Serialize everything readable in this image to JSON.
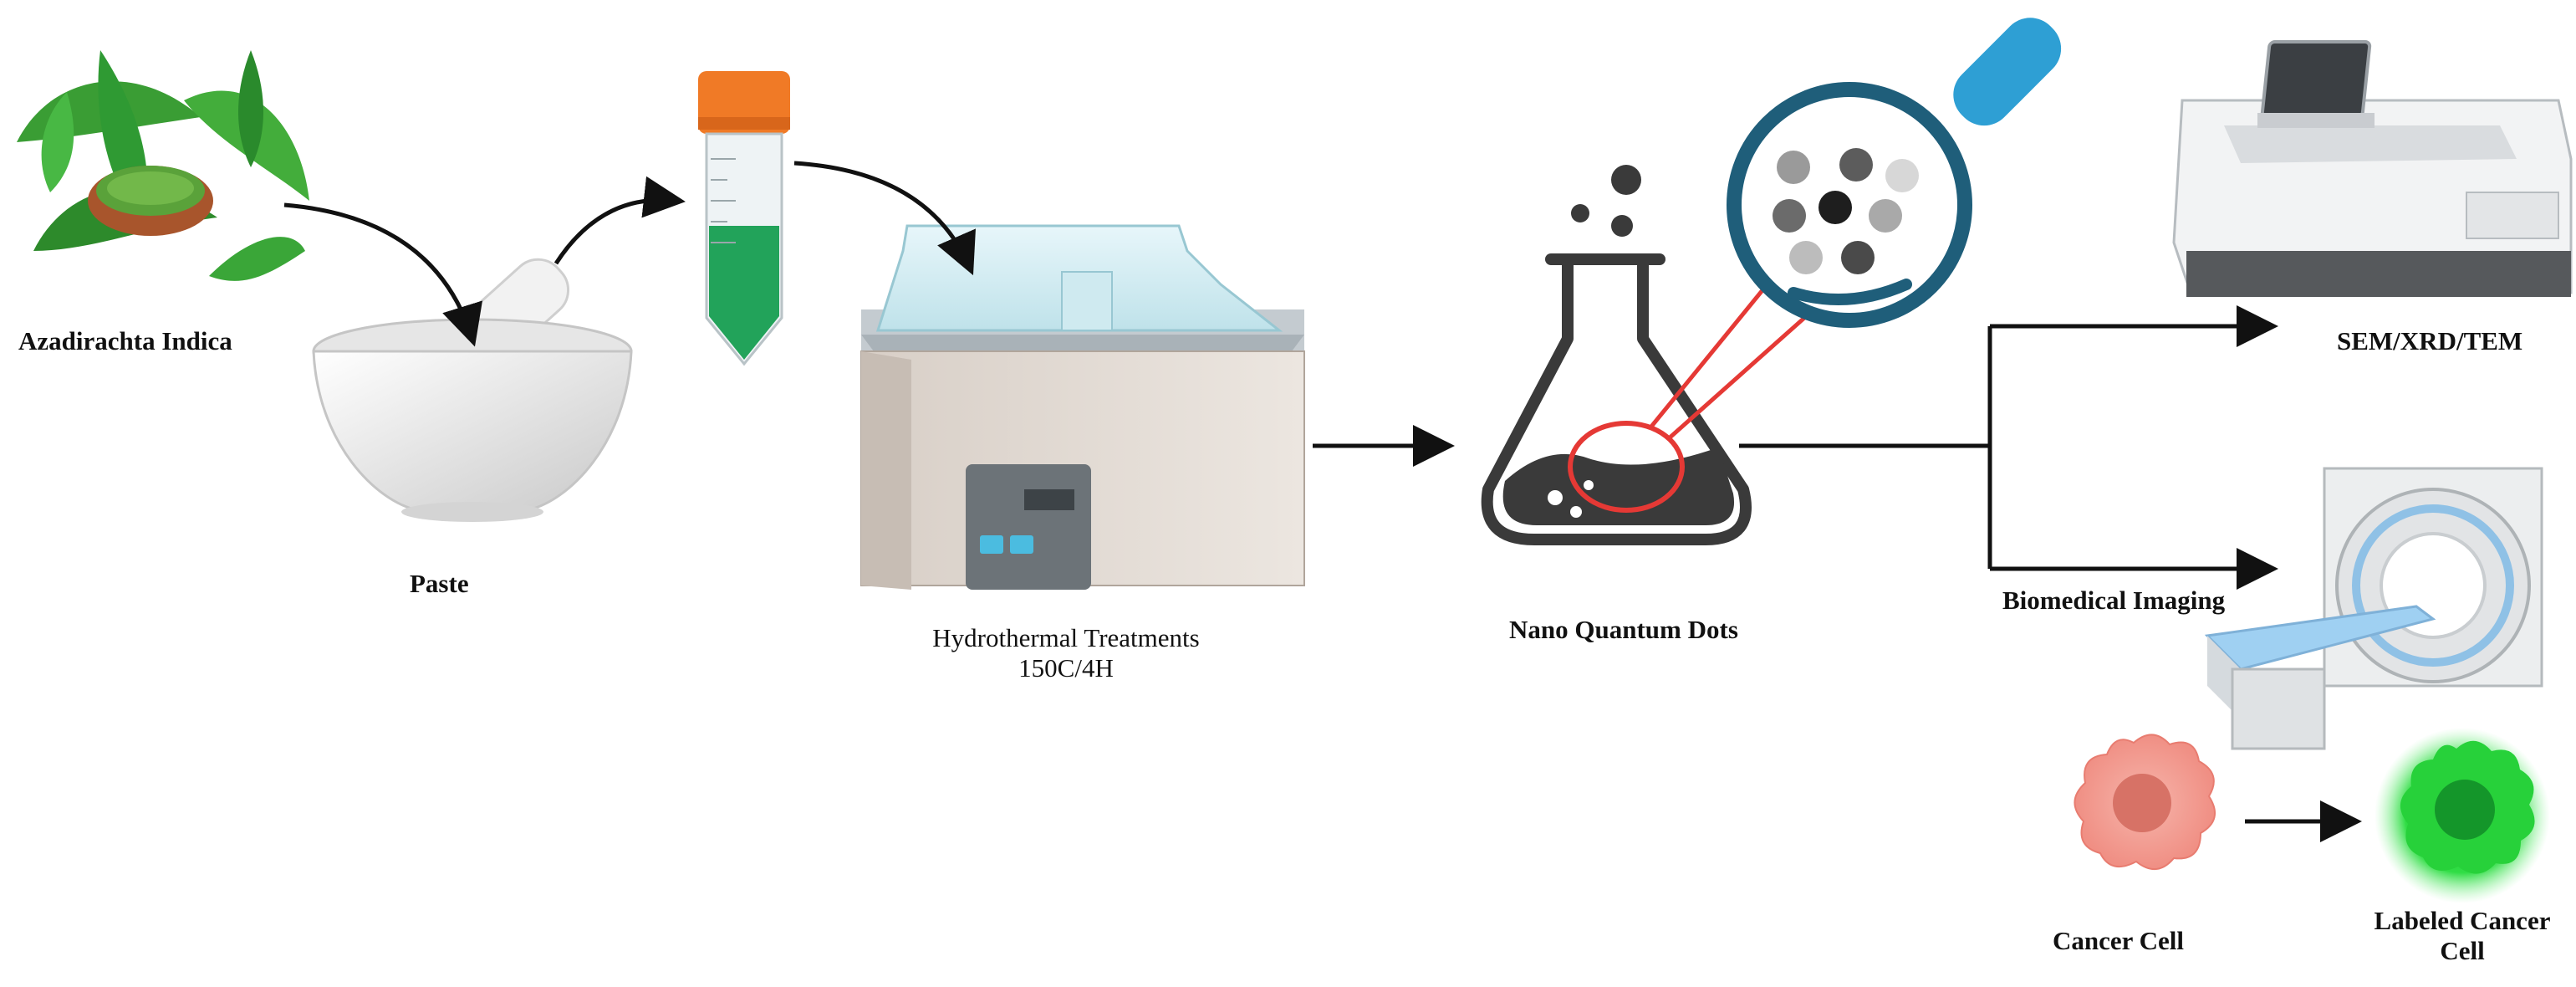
{
  "labels": {
    "neem": "Azadirachta Indica",
    "paste": "Paste",
    "hydro_line1": "Hydrothermal Treatments",
    "hydro_line2": "150C/4H",
    "nqd": "Nano Quantum Dots",
    "characterization": "SEM/XRD/TEM",
    "imaging": "Biomedical Imaging",
    "cancer_cell": "Cancer Cell",
    "labeled_line1": "Labeled Cancer",
    "labeled_line2": "Cell"
  },
  "icons": {
    "neem": "neem-leaves-icon",
    "mortar": "mortar-pestle-icon",
    "tube": "centrifuge-tube-icon",
    "bath": "water-bath-icon",
    "flask": "erlenmeyer-flask-icon",
    "magnifier": "magnifier-icon",
    "sem": "sem-instrument-icon",
    "mri": "mri-scanner-icon",
    "cell": "cancer-cell-icon",
    "labeled_cell": "labeled-cancer-cell-icon"
  },
  "colors": {
    "leaf": "#2f9a33",
    "tube_cap": "#f07a26",
    "tube_liquid": "#22a35a",
    "magnifier_ring": "#1f5e7a",
    "magnifier_handle": "#2e9fd4",
    "highlight": "#e53935",
    "cell": "#f08f84",
    "labeled_cell": "#27d13a",
    "arrow": "#111111"
  }
}
